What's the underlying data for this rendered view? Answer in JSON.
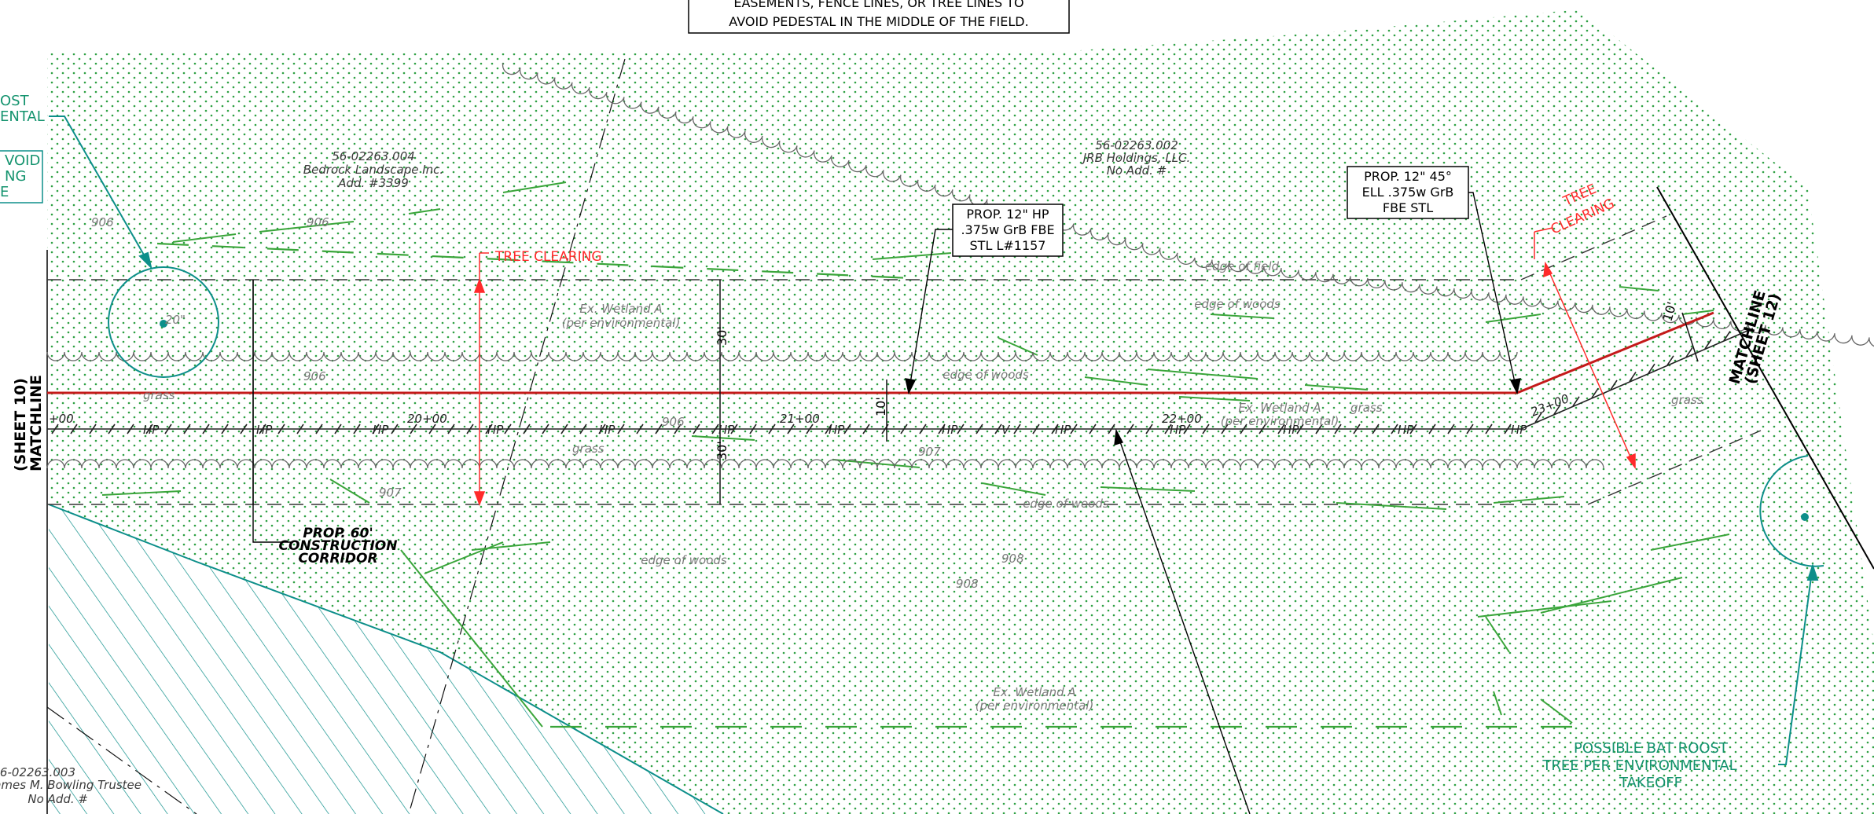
{
  "top_note": {
    "line1": "EASEMENTS, FENCE LINES, OR TREE LINES TO",
    "line2": "AVOID PEDESTAL IN THE MIDDLE OF THE FIELD."
  },
  "left_edge_notes": {
    "bat_roost_fragment_1": "OST",
    "bat_roost_fragment_2": "ENTAL",
    "avoid_fragment_1": "VOID",
    "avoid_fragment_2": "NG",
    "avoid_fragment_3": "E"
  },
  "parcels": [
    {
      "id": "56-02263.004",
      "owner": "Bedrock Landscape Inc.",
      "address": "Add. #3399"
    },
    {
      "id": "56-02263.002",
      "owner": "JRB Holdings, LLC.",
      "address": "No Add. #"
    },
    {
      "id": "56-02263.003",
      "owner": "ames M. Bowling Trustee",
      "address": "No Add. #"
    }
  ],
  "callouts": {
    "hp_pipe": {
      "line1": "PROP. 12\" HP",
      "line2": ".375w GrB FBE",
      "line3": "STL L#1157"
    },
    "ell": {
      "line1": "PROP. 12\" 45°",
      "line2": "ELL .375w GrB",
      "line3": "FBE STL"
    },
    "corridor": {
      "line1": "PROP. 60'",
      "line2": "CONSTRUCTION",
      "line3": "CORRIDOR"
    },
    "bat_roost_right": {
      "line1": "POSSIBLE BAT ROOST",
      "line2": "TREE PER ENVIRONMENTAL",
      "line3": "TAKEOFF"
    }
  },
  "tree_clearing": {
    "left": "TREE CLEARING",
    "right_line1": "TREE",
    "right_line2": "CLEARING"
  },
  "matchlines": {
    "left_line1": "(SHEET 10)",
    "left_line2": "MATCHLINE",
    "right_line1": "MATCHLINE",
    "right_line2": "(SHEET 12)"
  },
  "stations": [
    "+00",
    "20+00",
    "21+00",
    "22+00",
    "23+00"
  ],
  "dimensions": {
    "upper_half": "30'",
    "lower_half": "30'",
    "offset": "10'",
    "right_offset": "10'"
  },
  "contours": [
    "906",
    "906",
    "906",
    "906",
    "907",
    "907",
    "908",
    "908"
  ],
  "features": {
    "wetland_a_1": "Ex. Wetland A",
    "wetland_a_1_note": "(per environmental)",
    "wetland_a_2": "Ex. Wetland A",
    "wetland_a_2_note": "(per environmental)",
    "wetland_a_3": "Ex. Wetland A",
    "wetland_a_3_note": "(per environmental)",
    "edge_of_field": "edge of field",
    "edge_of_woods_1": "edge of woods",
    "edge_of_woods_2": "edge of woods",
    "edge_of_woods_3": "edge of woods",
    "edge_of_woods_4": "edge of woods",
    "grass_1": "grass",
    "grass_2": "grass",
    "grass_3": "grass",
    "grass_4": "grass",
    "tree_size": "20\""
  },
  "line_markers": {
    "hp": "HP",
    "v": "V"
  },
  "colors": {
    "dots": "#2ea043",
    "pipeline": "#c41a1a",
    "teal": "#0d8f8a",
    "tree_clearing": "#ff2a2a",
    "vegetation": "#3aa53a"
  }
}
